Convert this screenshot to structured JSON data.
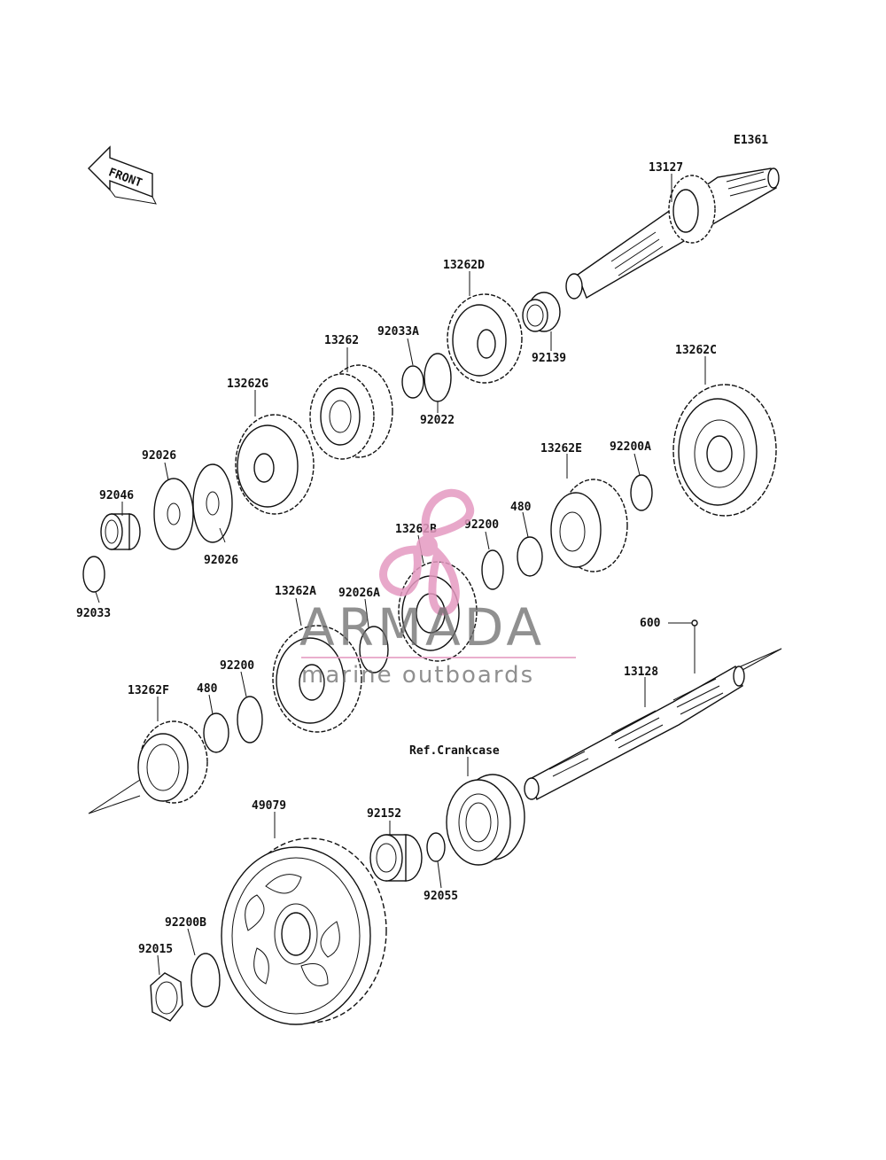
{
  "diagram_id": "E1361",
  "front_label": "FRONT",
  "callouts": {
    "p13127": "13127",
    "p13262D": "13262D",
    "p92139": "92139",
    "p92033A": "92033A",
    "p13262": "13262",
    "p92022": "92022",
    "p13262G": "13262G",
    "p92026_top": "92026",
    "p92046": "92046",
    "p92026_bottom": "92026",
    "p92033": "92033",
    "p13262C": "13262C",
    "p92200A": "92200A",
    "p13262E": "13262E",
    "p480_upper": "480",
    "p92200_upper": "92200",
    "p13262B": "13262B",
    "p13262A": "13262A",
    "p92026A": "92026A",
    "p600": "600",
    "p13128": "13128",
    "p92200_lower": "92200",
    "p480_lower": "480",
    "p13262F": "13262F",
    "ref_crankcase": "Ref.Crankcase",
    "p49079": "49079",
    "p92152": "92152",
    "p92055": "92055",
    "p92200B": "92200B",
    "p92015": "92015"
  },
  "watermark": {
    "brand": "ARMADA",
    "tagline": "marine outboards",
    "logo_color": "#e59ac1",
    "text_color": "#6b6b6b"
  }
}
